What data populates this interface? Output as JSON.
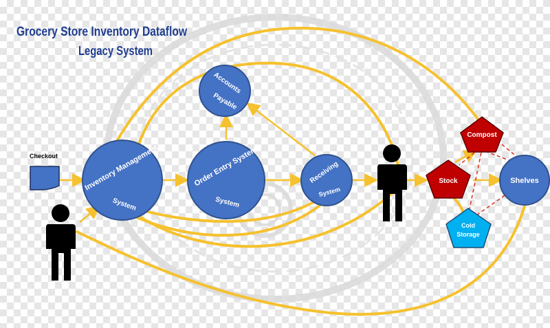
{
  "title": {
    "line1": "Grocery Store Inventory Dataflow",
    "line2": "Legacy System"
  },
  "nodes": {
    "checkout": "Checkout",
    "inventory_management": {
      "line1": "Inventory Management",
      "line2": "System"
    },
    "order_entry": {
      "line1": "Order Entry System",
      "line2": "System"
    },
    "accounts_payable": {
      "line1": "Accounts",
      "line2": "Payable"
    },
    "receiving": {
      "line1": "Receiving",
      "line2": "System"
    },
    "stock": "Stock",
    "compost": "Compost",
    "shelves": "Shelves",
    "cold_storage": {
      "line1": "Cold",
      "line2": "Storage"
    }
  },
  "colors": {
    "title": "#1f3d8f",
    "process_fill": "#4472c4",
    "process_stroke": "#2f528f",
    "flow": "#f5c12e",
    "pentagon_red": "#c00000",
    "pentagon_blue": "#00b0f0",
    "dashed_link": "#e03020",
    "person": "#000000"
  },
  "icons": [
    "person-icon",
    "person-icon",
    "document-icon"
  ]
}
